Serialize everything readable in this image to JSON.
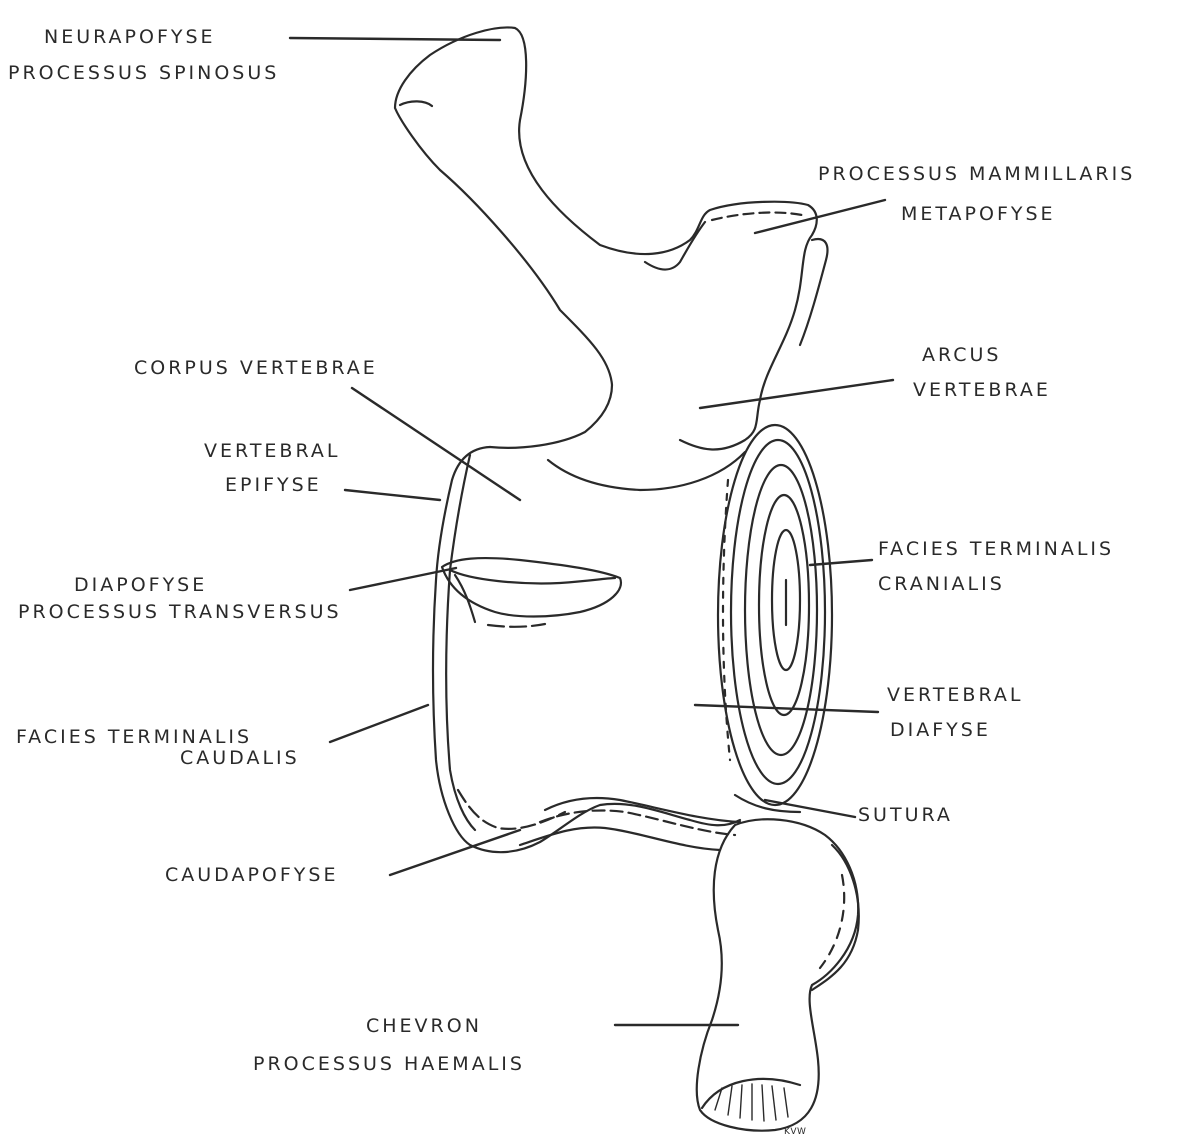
{
  "labels": {
    "neurapofyse": "NEURAPOFYSE",
    "processus_spinosus": "PROCESSUS SPINOSUS",
    "processus_mammillaris": "PROCESSUS MAMMILLARIS",
    "metapofyse": "METAPOFYSE",
    "corpus_vertebrae": "CORPUS VERTEBRAE",
    "arcus": "ARCUS",
    "vertebrae": "VERTEBRAE",
    "vertebral_1": "VERTEBRAL",
    "epifyse": "EPIFYSE",
    "facies_terminalis_1": "FACIES TERMINALIS",
    "cranialis": "CRANIALIS",
    "diapofyse": "DIAPOFYSE",
    "processus_transversus": "PROCESSUS TRANSVERSUS",
    "vertebral_2": "VERTEBRAL",
    "diafyse": "DIAFYSE",
    "facies_terminalis_2": "FACIES TERMINALIS",
    "caudalis": "CAUDALIS",
    "sutura": "SUTURA",
    "caudapofyse": "CAUDAPOFYSE",
    "chevron": "CHEVRON",
    "processus_haemalis": "PROCESSUS HAEMALIS"
  },
  "signature": "KVW",
  "colors": {
    "ink": "#2a2a2a",
    "paper": "#ffffff"
  }
}
